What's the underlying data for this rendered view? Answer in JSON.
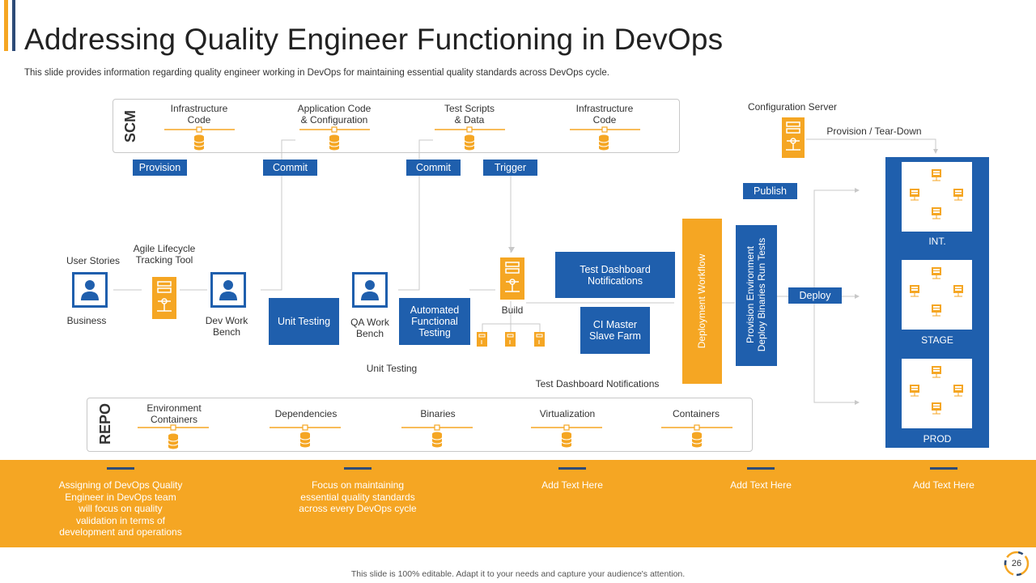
{
  "title": "Addressing  Quality Engineer Functioning in DevOps",
  "subtitle": "This slide provides information regarding quality engineer working in DevOps for maintaining essential quality standards across DevOps cycle.",
  "colors": {
    "blue": "#1f5fad",
    "orange": "#f5a623",
    "accent_gold": "#f5a623",
    "accent_navy": "#2d4b77"
  },
  "scm": {
    "label": "SCM",
    "items": [
      {
        "label": "Infrastructure\nCode",
        "icon": "database-icon"
      },
      {
        "label": "Application Code\n& Configuration",
        "icon": "database-icon"
      },
      {
        "label": "Test Scripts\n& Data",
        "icon": "database-icon"
      },
      {
        "label": "Infrastructure\nCode",
        "icon": "database-icon"
      }
    ]
  },
  "repo": {
    "label": "REPO",
    "items": [
      {
        "label": "Environment\nContainers",
        "icon": "database-icon"
      },
      {
        "label": "Dependencies",
        "icon": "database-icon"
      },
      {
        "label": "Binaries",
        "icon": "database-icon"
      },
      {
        "label": "Virtualization",
        "icon": "database-icon"
      },
      {
        "label": "Containers",
        "icon": "database-icon"
      }
    ]
  },
  "tags": {
    "provision": "Provision",
    "commit1": "Commit",
    "commit2": "Commit",
    "trigger": "Trigger",
    "publish": "Publish",
    "deploy": "Deploy"
  },
  "flow": {
    "user_stories": "User Stories",
    "agile_tool": "Agile Lifecycle\nTracking Tool",
    "business": "Business",
    "dev_work_bench": "Dev Work\nBench",
    "unit_testing_box": "Unit Testing",
    "qa_work_bench": "QA Work\nBench",
    "automated_testing": "Automated\nFunctional\nTesting",
    "unit_testing_label": "Unit Testing",
    "build": "Build",
    "test_dashboard_box": "Test Dashboard\nNotifications",
    "ci_master": "CI Master\nSlave Farm",
    "test_dashboard_label": "Test Dashboard Notifications",
    "deployment_workflow": "Deployment  Workflow",
    "provision_env": "Provision Environment\nDeploy Binaries Run Tests",
    "configuration_server": "Configuration Server",
    "provision_teardown": "Provision / Tear-Down"
  },
  "environments": [
    "INT.",
    "STAGE",
    "PROD"
  ],
  "band": [
    "Assigning of DevOps Quality\nEngineer in DevOps team\nwill focus on quality\nvalidation in terms of\ndevelopment and operations",
    "Focus on maintaining\nessential quality standards\nacross every DevOps cycle",
    "Add Text Here",
    "Add Text Here",
    "Add Text Here"
  ],
  "footer": "This slide is 100% editable.  Adapt it to your needs and capture your audience's attention.",
  "page_number": "26"
}
